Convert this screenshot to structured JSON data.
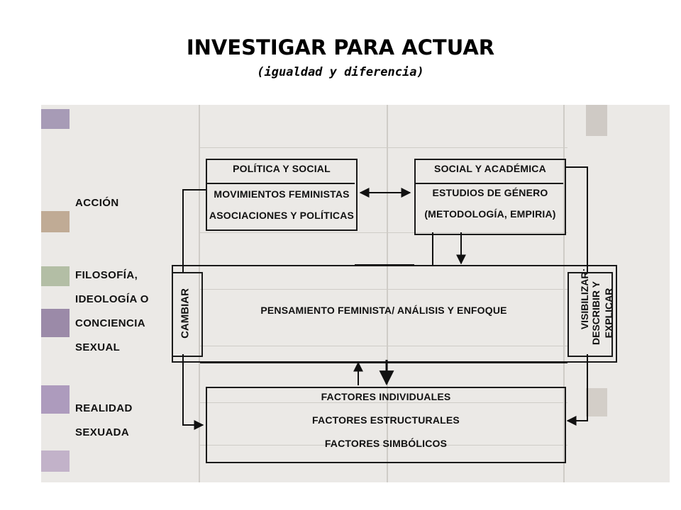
{
  "title": "INVESTIGAR PARA ACTUAR",
  "subtitle": "(igualdad y diferencia)",
  "diagram": {
    "top_left_box": {
      "header": "POLÍTICA Y SOCIAL",
      "line1": "MOVIMIENTOS FEMINISTAS",
      "line2": "ASOCIACIONES Y POLÍTICAS"
    },
    "top_right_box": {
      "header": "SOCIAL Y ACADÉMICA",
      "line1": "ESTUDIOS DE GÉNERO",
      "line2": "(METODOLOGÍA, EMPIRIA)"
    },
    "center_label": "PENSAMIENTO FEMINISTA/ ANÁLISIS Y ENFOQUE",
    "left_vertical": "CAMBIAR",
    "right_vertical_line1": "VISIBILIZAR:",
    "right_vertical_line2": "DESCRIBIR Y",
    "right_vertical_line3": "EXPLICAR",
    "bottom_box": {
      "line1": "FACTORES INDIVIDUALES",
      "line2": "FACTORES ESTRUCTURALES",
      "line3": "FACTORES SIMBÓLICOS"
    },
    "left_labels": {
      "accion": "ACCIÓN",
      "filosofia1": "FILOSOFÍA,",
      "filosofia2": "IDEOLOGÍA O",
      "filosofia3": "CONCIENCIA",
      "filosofia4": "SEXUAL",
      "realidad1": "REALIDAD",
      "realidad2": "SEXUADA"
    }
  },
  "colors": {
    "background": "#ffffff",
    "scan_paper": "#ebe9e6",
    "ink": "#111111",
    "swatch_purple": "#9b8aa8",
    "swatch_tan": "#b7a48e",
    "swatch_green": "#a8b39a"
  }
}
